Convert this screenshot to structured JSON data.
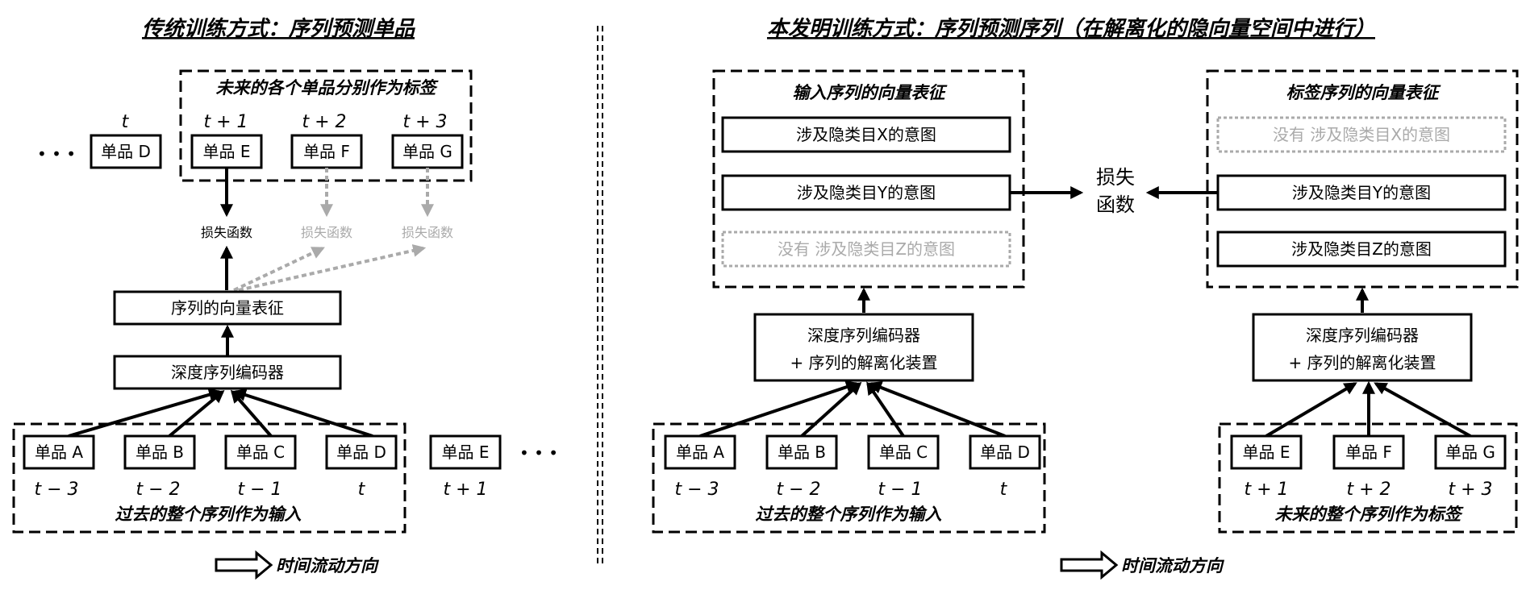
{
  "left": {
    "title": "传统训练方式：序列预测单品",
    "future_label": "未来的各个单品分别作为标签",
    "top_items": [
      {
        "label": "单品 D",
        "time": "t"
      },
      {
        "label": "单品 E",
        "time": "t + 1"
      },
      {
        "label": "单品 F",
        "time": "t + 2"
      },
      {
        "label": "单品 G",
        "time": "t + 3"
      }
    ],
    "loss": [
      "损失函数",
      "损失函数",
      "损失函数"
    ],
    "seq_vector": "序列的向量表征",
    "encoder": "深度序列编码器",
    "bottom_items": [
      {
        "label": "单品 A",
        "time": "t − 3"
      },
      {
        "label": "单品 B",
        "time": "t − 2"
      },
      {
        "label": "单品 C",
        "time": "t − 1"
      },
      {
        "label": "单品 D",
        "time": "t"
      },
      {
        "label": "单品 E",
        "time": "t + 1"
      }
    ],
    "past_label": "过去的整个序列作为输入",
    "ellipsis": "• • •",
    "time_flow": "时间流动方向"
  },
  "right": {
    "title": "本发明训练方式：序列预测序列（在解离化的隐向量空间中进行）",
    "input_group_label": "输入序列的向量表征",
    "input_intents": [
      "涉及隐类目X的意图",
      "涉及隐类目Y的意图",
      "没有 涉及隐类目Z的意图"
    ],
    "label_group_label": "标签序列的向量表征",
    "label_intents": [
      "没有 涉及隐类目X的意图",
      "涉及隐类目Y的意图",
      "涉及隐类目Z的意图"
    ],
    "loss_line1": "损失",
    "loss_line2": "函数",
    "encoder_line1": "深度序列编码器",
    "encoder_line2": "+ 序列的解离化装置",
    "input_items": [
      {
        "label": "单品 A",
        "time": "t − 3"
      },
      {
        "label": "单品 B",
        "time": "t − 2"
      },
      {
        "label": "单品 C",
        "time": "t − 1"
      },
      {
        "label": "单品 D",
        "time": "t"
      }
    ],
    "label_items": [
      {
        "label": "单品 E",
        "time": "t + 1"
      },
      {
        "label": "单品 F",
        "time": "t + 2"
      },
      {
        "label": "单品 G",
        "time": "t + 3"
      }
    ],
    "past_label": "过去的整个序列作为输入",
    "future_label": "未来的整个序列作为标签",
    "time_flow": "时间流动方向"
  }
}
